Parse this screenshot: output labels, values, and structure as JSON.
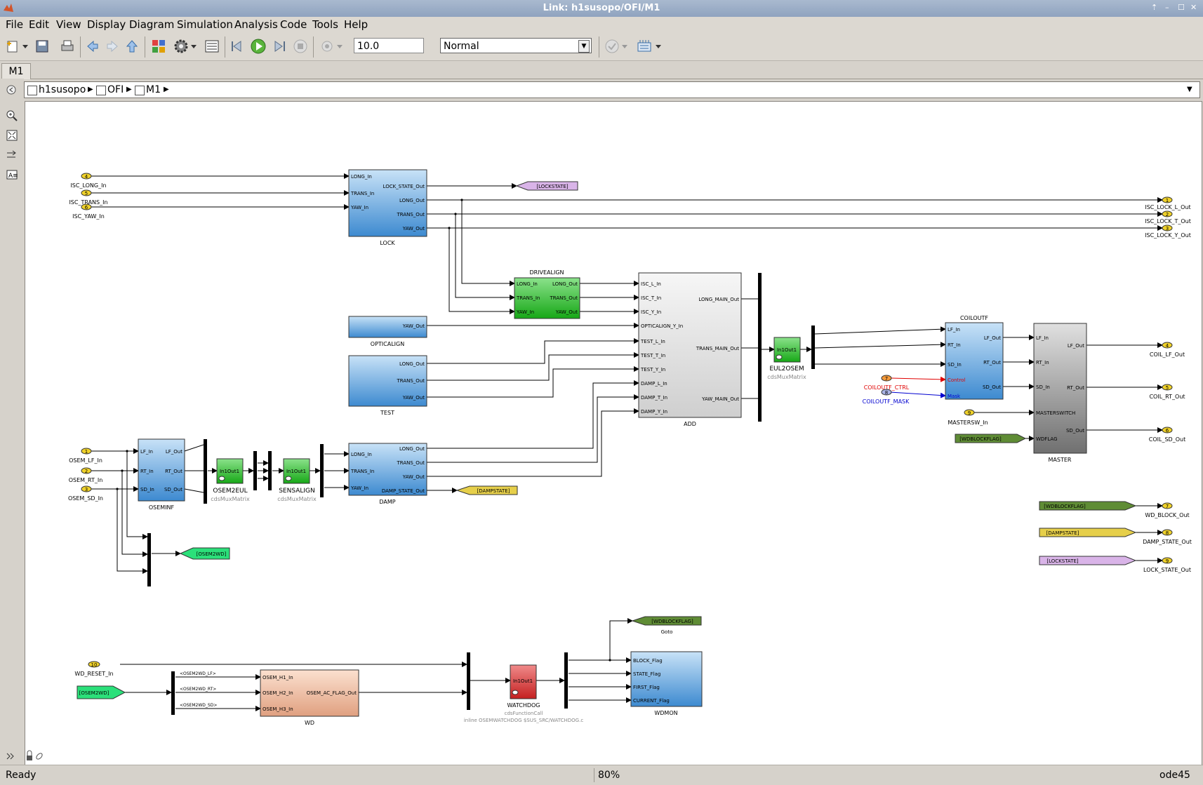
{
  "window": {
    "title": "Link: h1susopo/OFI/M1"
  },
  "menu": [
    "File",
    "Edit",
    "View",
    "Display",
    "Diagram",
    "Simulation",
    "Analysis",
    "Code",
    "Tools",
    "Help"
  ],
  "toolbar": {
    "stop_time": "10.0",
    "sim_mode": "Normal"
  },
  "tab": "M1",
  "breadcrumb": [
    "h1susopo",
    "OFI",
    "M1"
  ],
  "status": {
    "left": "Ready",
    "zoom": "80%",
    "solver": "ode45"
  },
  "diagram": {
    "inports": [
      {
        "num": "4",
        "name": "ISC_LONG_In"
      },
      {
        "num": "5",
        "name": "ISC_TRANS_In"
      },
      {
        "num": "6",
        "name": "ISC_YAW_In"
      },
      {
        "num": "1",
        "name": "OSEM_LF_In"
      },
      {
        "num": "2",
        "name": "OSEM_RT_In"
      },
      {
        "num": "3",
        "name": "OSEM_SD_In"
      },
      {
        "num": "10",
        "name": "WD_RESET_In"
      },
      {
        "num": "7",
        "name": "COILOUTF_CTRL"
      },
      {
        "num": "8",
        "name": "COILOUTF_MASK"
      },
      {
        "num": "9",
        "name": "MASTERSW_In"
      }
    ],
    "outports": [
      {
        "num": "1",
        "name": "ISC_LOCK_L_Out"
      },
      {
        "num": "2",
        "name": "ISC_LOCK_T_Out"
      },
      {
        "num": "3",
        "name": "ISC_LOCK_Y_Out"
      },
      {
        "num": "4",
        "name": "COIL_LF_Out"
      },
      {
        "num": "5",
        "name": "COIL_RT_Out"
      },
      {
        "num": "6",
        "name": "COIL_SD_Out"
      },
      {
        "num": "7",
        "name": "WD_BLOCK_Out"
      },
      {
        "num": "8",
        "name": "DAMP_STATE_Out"
      },
      {
        "num": "9",
        "name": "LOCK_STATE_Out"
      }
    ],
    "tags": {
      "lockstate": "[LOCKSTATE]",
      "dampstate": "[DAMPSTATE]",
      "osem2wd": "[OSEM2WD]",
      "wdblockflag": "[WDBLOCKFLAG]",
      "goto_label": "Goto"
    },
    "blocks": {
      "lock": {
        "name": "LOCK",
        "in": [
          "LONG_In",
          "TRANS_In",
          "YAW_In"
        ],
        "out": [
          "LOCK_STATE_Out",
          "LONG_Out",
          "TRANS_Out",
          "YAW_Out"
        ]
      },
      "drivealign": {
        "name": "DRIVEALIGN",
        "in": [
          "LONG_In",
          "TRANS_In",
          "YAW_In"
        ],
        "out": [
          "LONG_Out",
          "TRANS_Out",
          "YAW_Out"
        ]
      },
      "opticalign": {
        "name": "OPTICALIGN",
        "out": [
          "YAW_Out"
        ]
      },
      "test": {
        "name": "TEST",
        "out": [
          "LONG_Out",
          "TRANS_Out",
          "YAW_Out"
        ]
      },
      "add": {
        "name": "ADD",
        "in": [
          "ISC_L_In",
          "ISC_T_In",
          "ISC_Y_In",
          "OPTICALIGN_Y_In",
          "TEST_L_In",
          "TEST_T_In",
          "TEST_Y_In",
          "DAMP_L_In",
          "DAMP_T_In",
          "DAMP_Y_In"
        ],
        "out": [
          "LONG_MAIN_Out",
          "TRANS_MAIN_Out",
          "YAW_MAIN_Out"
        ]
      },
      "eul2osem": {
        "name": "EUL2OSEM",
        "sub": "cdsMuxMatrix",
        "port": "In1Out1"
      },
      "coiloutf": {
        "name": "COILOUTF",
        "in": [
          "LF_In",
          "RT_In",
          "SD_In",
          "Control",
          "Mask"
        ],
        "out": [
          "LF_Out",
          "RT_Out",
          "SD_Out"
        ]
      },
      "master": {
        "name": "MASTER",
        "in": [
          "LF_In",
          "RT_In",
          "SD_In",
          "MASTERSWITCH",
          "WDFLAG"
        ],
        "out": [
          "LF_Out",
          "RT_Out",
          "SD_Out"
        ]
      },
      "oseminf": {
        "name": "OSEMINF",
        "in": [
          "LF_In",
          "RT_In",
          "SD_In"
        ],
        "out": [
          "LF_Out",
          "RT_Out",
          "SD_Out"
        ]
      },
      "osem2eul": {
        "name": "OSEM2EUL",
        "sub": "cdsMuxMatrix",
        "port": "In1Out1"
      },
      "sensalign": {
        "name": "SENSALIGN",
        "sub": "cdsMuxMatrix",
        "port": "In1Out1"
      },
      "damp": {
        "name": "DAMP",
        "in": [
          "LONG_In",
          "TRANS_In",
          "YAW_In"
        ],
        "out": [
          "LONG_Out",
          "TRANS_Out",
          "YAW_Out",
          "DAMP_STATE_Out"
        ]
      },
      "wd": {
        "name": "WD",
        "in": [
          "OSEM_H1_In",
          "OSEM_H2_In",
          "OSEM_H3_In"
        ],
        "out": [
          "OSEM_AC_FLAG_Out"
        ],
        "sig": [
          "<OSEM2WD_LF>",
          "<OSEM2WD_RT>",
          "<OSEM2WD_SD>"
        ]
      },
      "watchdog": {
        "name": "WATCHDOG",
        "sub": "cdsFunctionCall",
        "sub2": "inline OSEMWATCHDOG $SUS_SRC/WATCHDOG.c",
        "port": "In1Out1"
      },
      "wdmon": {
        "name": "WDMON",
        "in": [
          "BLOCK_Flag",
          "STATE_Flag",
          "FIRST_Flag",
          "CURRENT_Flag"
        ]
      }
    }
  }
}
